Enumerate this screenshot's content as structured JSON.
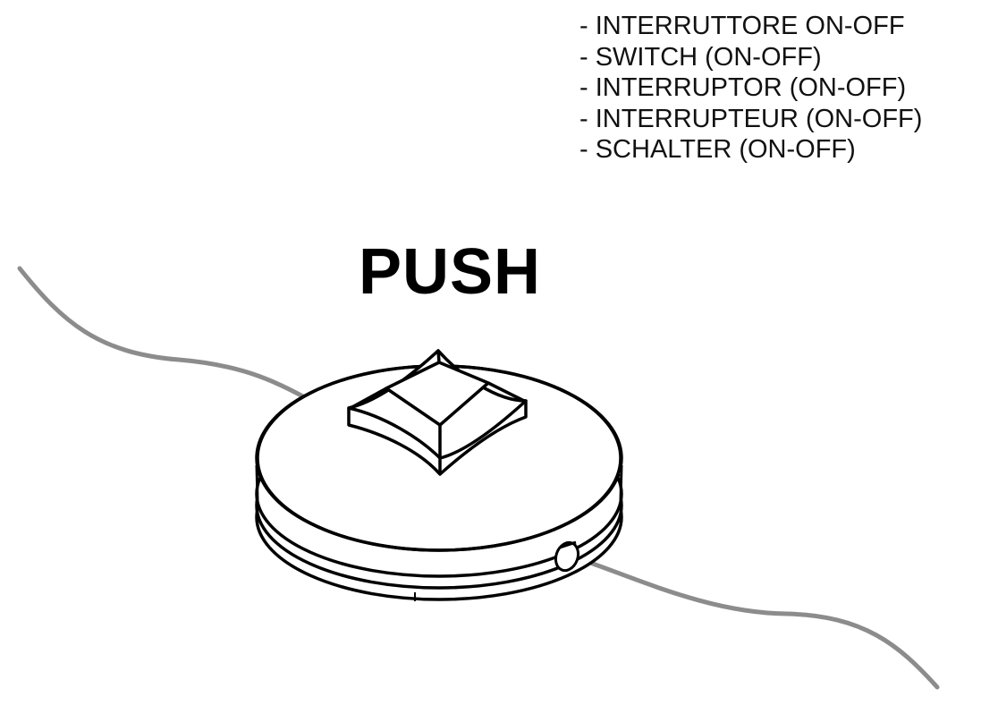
{
  "labels": [
    "- INTERRUTTORE ON-OFF",
    "- SWITCH (ON-OFF)",
    "- INTERRUPTOR (ON-OFF)",
    "- INTERRUPTEUR (ON-OFF)",
    "- SCHALTER (ON-OFF)"
  ],
  "push_label": "PUSH",
  "colors": {
    "outline": "#000000",
    "cable": "#8c8c8c",
    "fill": "#ffffff"
  }
}
